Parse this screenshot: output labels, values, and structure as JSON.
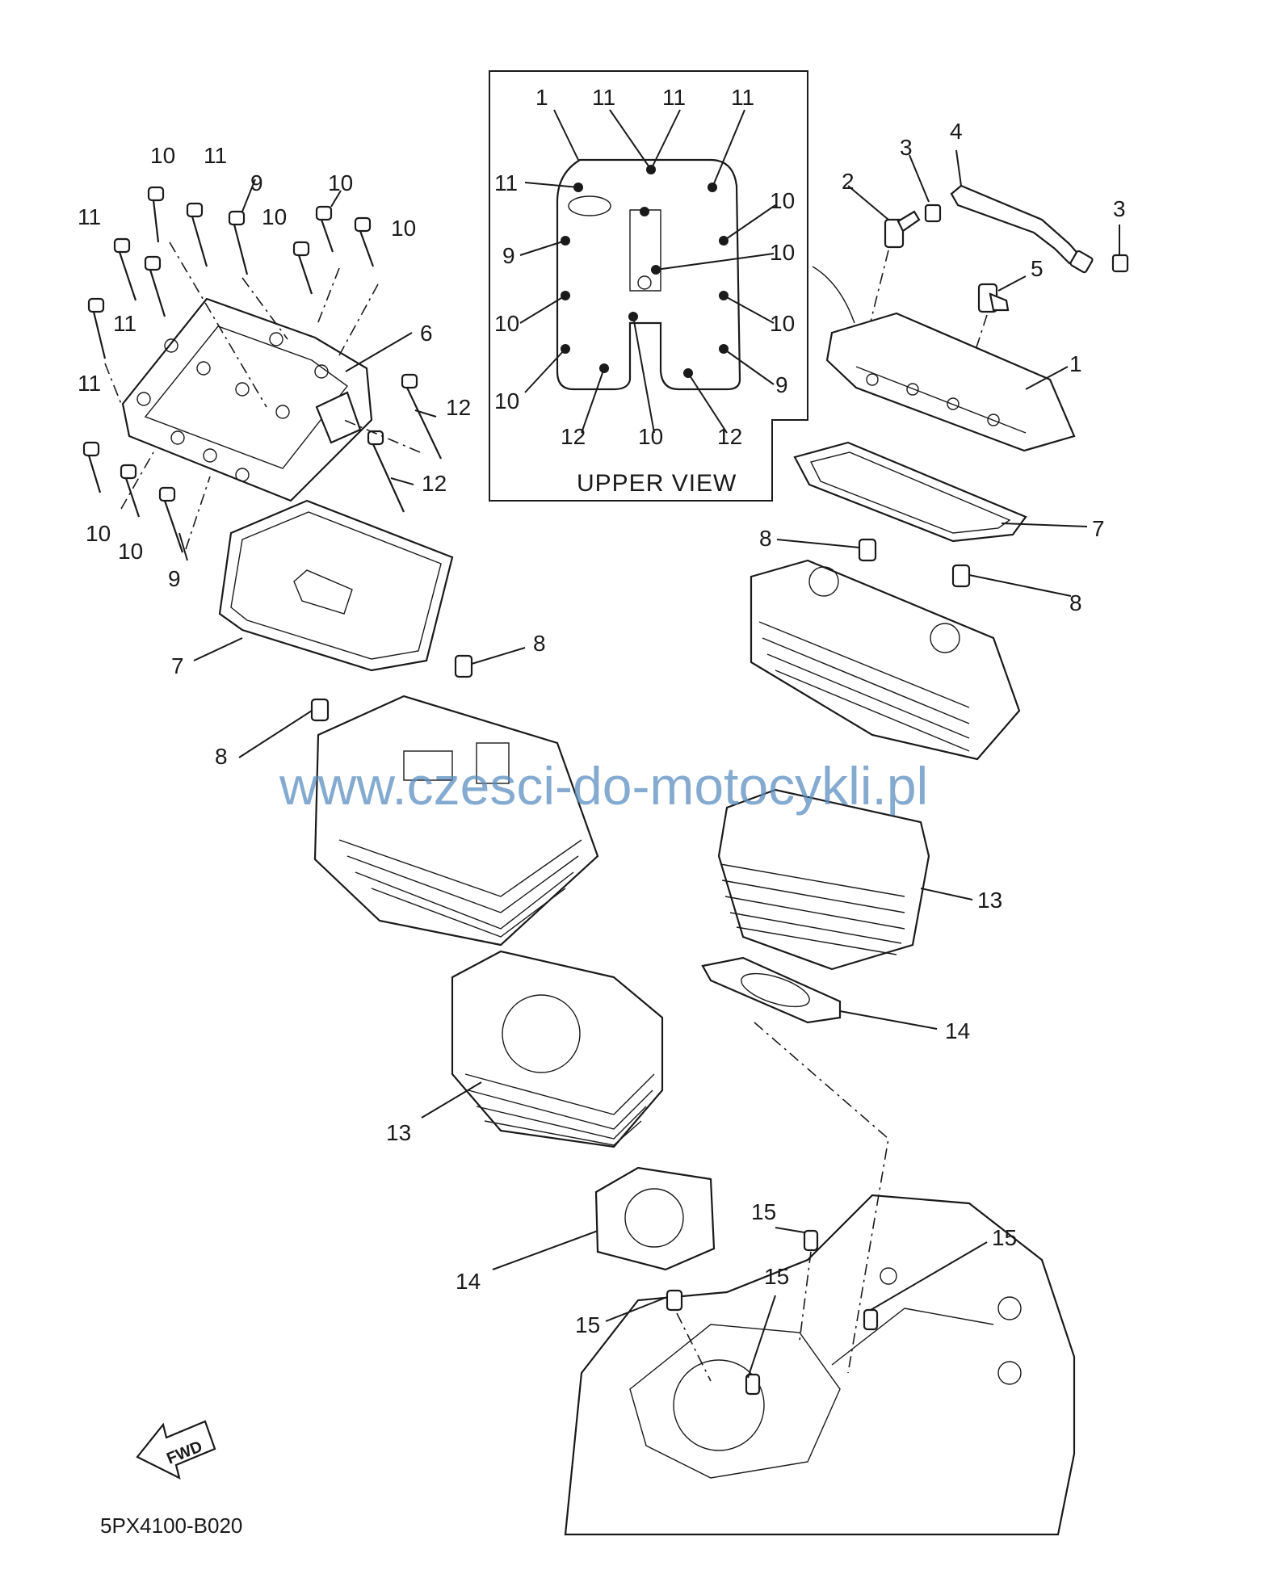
{
  "diagram": {
    "drawing_code": "5PX4100-B020",
    "watermark": "www.czesci-do-motocykli.pl",
    "fwd_label": "FWD",
    "upper_view": {
      "title": "UPPER VIEW",
      "labels": {
        "l1": "1",
        "l11a": "11",
        "l11b": "11",
        "l11c": "11",
        "l11d": "11",
        "l10a": "10",
        "l10b": "10",
        "l10c": "10",
        "l10d": "10",
        "l10e": "10",
        "l10f": "10",
        "l9a": "9",
        "l9b": "9",
        "l12a": "12",
        "l12b": "12"
      }
    },
    "callouts": {
      "c1": "1",
      "c2": "2",
      "c3a": "3",
      "c3b": "3",
      "c4": "4",
      "c5": "5",
      "c6": "6",
      "c7a": "7",
      "c7b": "7",
      "c8a": "8",
      "c8b": "8",
      "c8c": "8",
      "c8d": "8",
      "c9a": "9",
      "c9b": "9",
      "c10a": "10",
      "c10b": "10",
      "c10c": "10",
      "c10d": "10",
      "c10e": "10",
      "c10f": "10",
      "c11a": "11",
      "c11b": "11",
      "c11c": "11",
      "c11d": "11",
      "c12a": "12",
      "c12b": "12",
      "c13a": "13",
      "c13b": "13",
      "c14a": "14",
      "c14b": "14",
      "c15a": "15",
      "c15b": "15",
      "c15c": "15",
      "c15d": "15"
    }
  }
}
